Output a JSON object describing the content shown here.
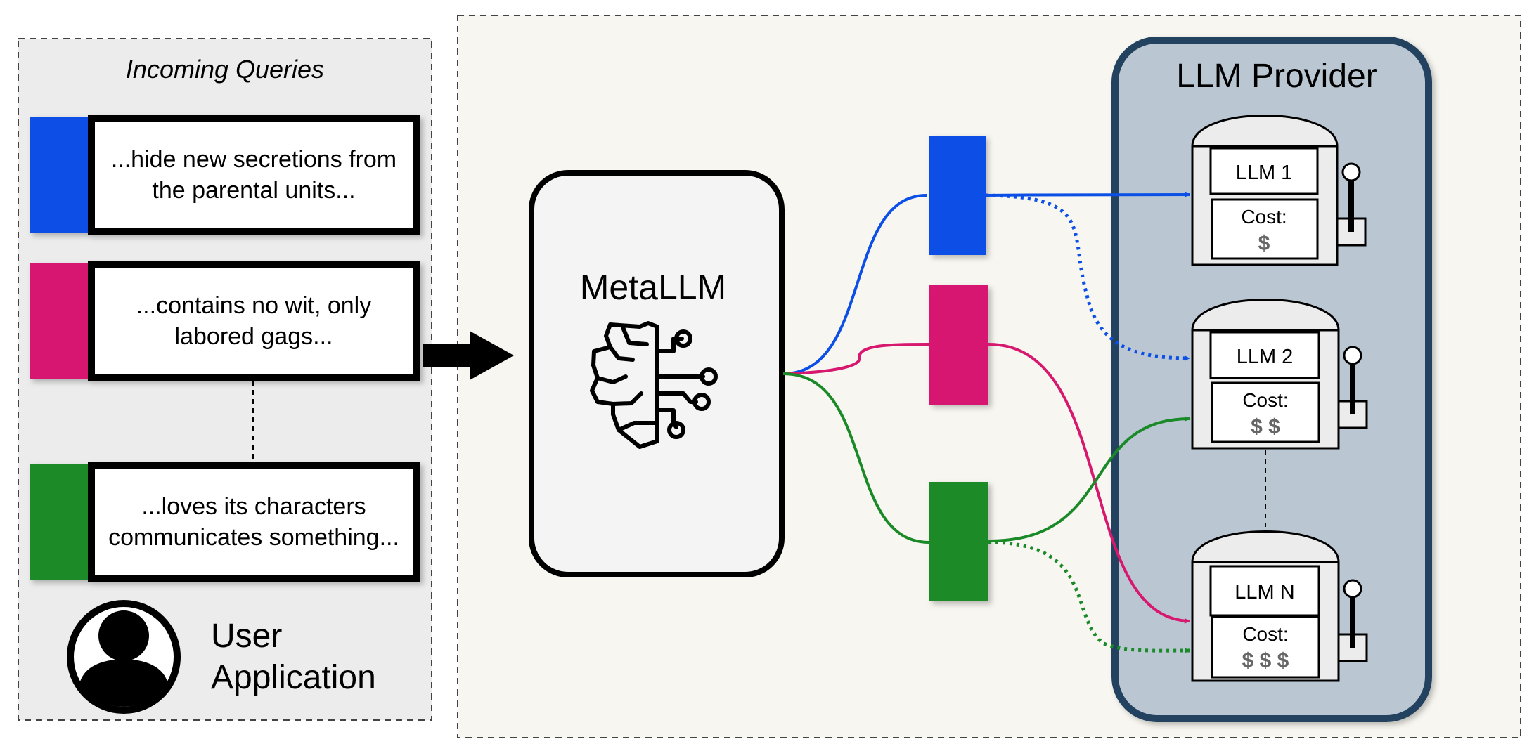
{
  "left_panel": {
    "title": "Incoming Queries",
    "queries": [
      {
        "color": "#0b4fe6",
        "line1": "...hide new secretions from",
        "line2": "the parental units..."
      },
      {
        "color": "#d6186f",
        "line1": "...contains no wit, only",
        "line2": "labored gags..."
      },
      {
        "color": "#1a8a28",
        "line1": "...loves its characters",
        "line2": "communicates something..."
      }
    ],
    "user_line1": "User",
    "user_line2": "Application"
  },
  "router": {
    "title": "MetaLLM",
    "icon": "brain-circuit-icon"
  },
  "provider": {
    "title": "LLM Provider",
    "cost_label": "Cost:",
    "models": [
      {
        "name": "LLM 1",
        "cost": "$"
      },
      {
        "name": "LLM 2",
        "cost": "$ $"
      },
      {
        "name": "LLM N",
        "cost": "$ $ $"
      }
    ]
  },
  "colors": {
    "blue": "#0b4fe6",
    "pink": "#d6186f",
    "green": "#1a8a28",
    "provider_fill": "#bac7d3",
    "provider_border": "#23425f",
    "main_panel_fill": "#f8f6f0",
    "left_panel_fill": "#ececec"
  }
}
